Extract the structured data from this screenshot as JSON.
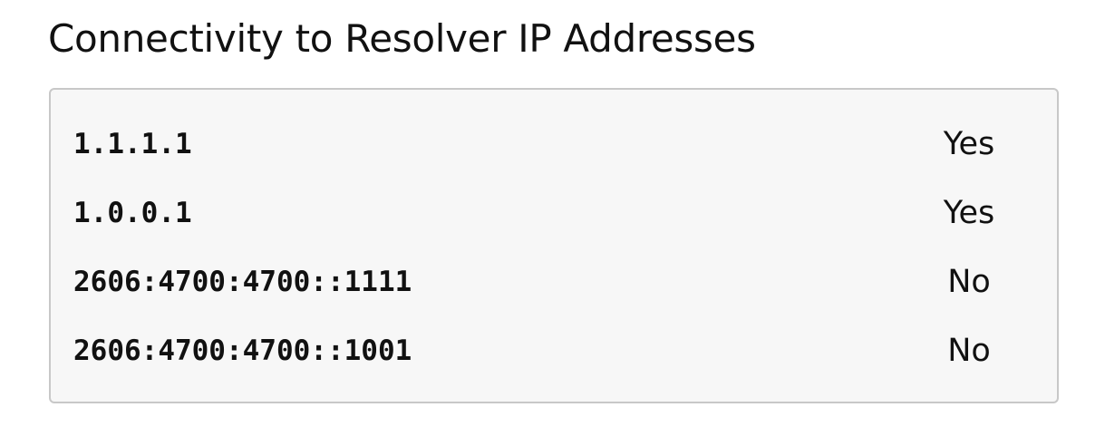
{
  "heading": "Connectivity to Resolver IP Addresses",
  "resolvers": [
    {
      "ip": "1.1.1.1",
      "status": "Yes"
    },
    {
      "ip": "1.0.0.1",
      "status": "Yes"
    },
    {
      "ip": "2606:4700:4700::1111",
      "status": "No"
    },
    {
      "ip": "2606:4700:4700::1001",
      "status": "No"
    }
  ]
}
